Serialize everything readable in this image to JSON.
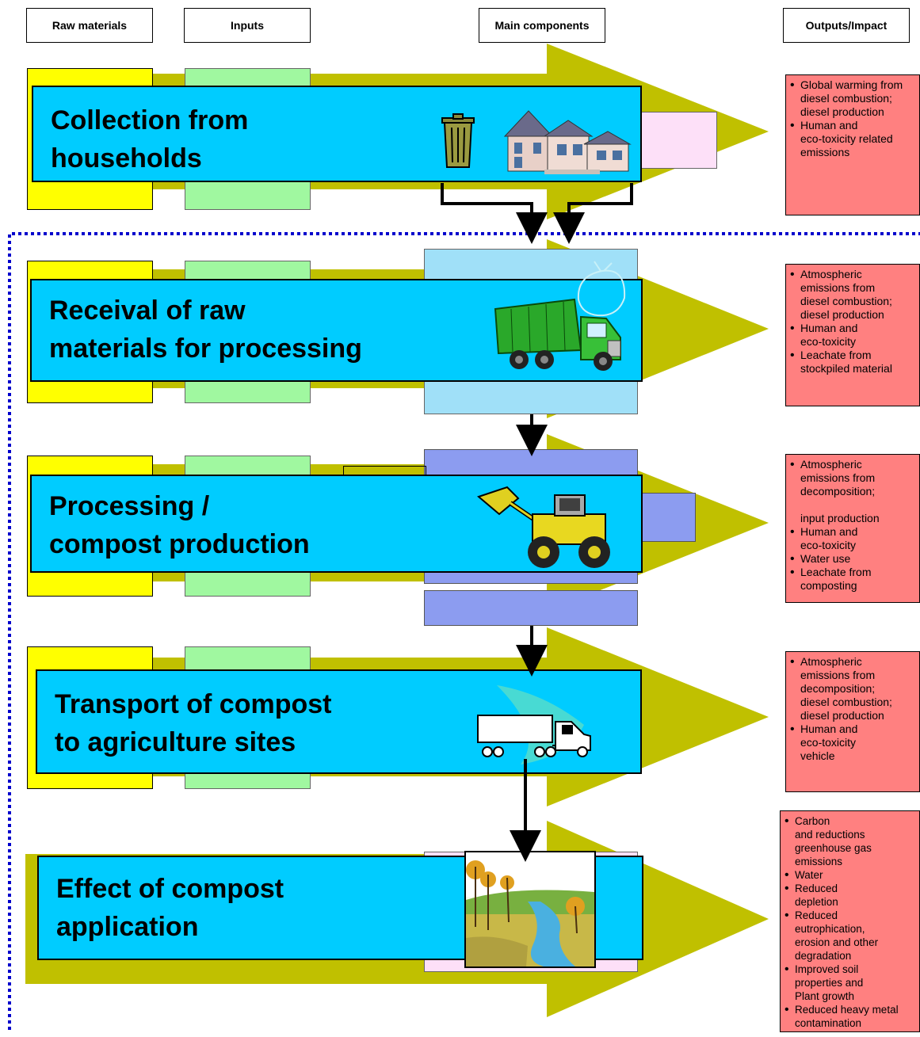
{
  "headers": {
    "raw_materials": "Raw materials",
    "inputs": "Inputs",
    "main_components": "Main components",
    "outputs": "Outputs/Impact"
  },
  "stages": [
    {
      "title": "Collection from\nhouseholds",
      "icons": [
        "trash-can-icon",
        "house-icon"
      ]
    },
    {
      "title": "Receival of raw\nmaterials for processing",
      "icons": [
        "garbage-truck-icon",
        "waste-bag-icon"
      ]
    },
    {
      "title": "Processing  /\ncompost production",
      "icons": [
        "front-loader-icon"
      ]
    },
    {
      "title": "Transport of compost\nto agriculture sites",
      "icons": [
        "semi-truck-icon"
      ]
    },
    {
      "title": "Effect of compost\napplication",
      "icons": [
        "landscape-icon"
      ]
    }
  ],
  "outputs": [
    [
      "Global warming from\ndiesel combustion;\ndiesel production",
      "Human and\neco-toxicity related\nemissions"
    ],
    [
      "Atmospheric\nemissions from\ndiesel combustion;\ndiesel production",
      "Human and\neco-toxicity",
      "Leachate from\nstockpiled material"
    ],
    [
      "Atmospheric\nemissions from\ndecomposition;\n\ninput production",
      "Human and\neco-toxicity",
      "Water use",
      "Leachate from\ncomposting"
    ],
    [
      "Atmospheric\nemissions from\ndecomposition;\ndiesel combustion;\ndiesel production",
      "Human and\neco-toxicity\nvehicle"
    ],
    [
      "Carbon\n and reductions\n greenhouse gas\n emissions",
      "Water",
      "Reduced\ndepletion",
      "Reduced\neutrophication,\nerosion and other\ndegradation",
      "Improved soil\nproperties and\nPlant growth",
      "Reduced heavy metal\ncontamination"
    ]
  ],
  "colors": {
    "arrow": "#c0c000",
    "raw_materials": "#ffff00",
    "inputs": "#a0f8a0",
    "stage": "#00ccff",
    "outputs": "#ff8080",
    "component_light": "#a0e0f8",
    "component_blue": "#8c9cf0",
    "component_pink": "#fde0f8",
    "boundary": "#0000cc"
  }
}
